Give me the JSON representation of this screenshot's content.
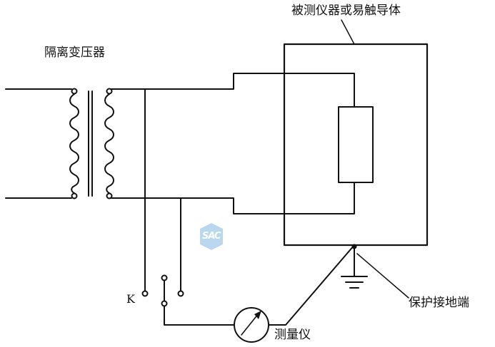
{
  "labels": {
    "transformer": "隔离变压器",
    "device_under_test": "被测仪器或易触导体",
    "protective_ground": "保护接地端",
    "meter": "测量仪",
    "switch": "K"
  },
  "watermark": {
    "text": "SAC",
    "color": "#b9d8ef"
  },
  "colors": {
    "line": "#111111",
    "background": "#ffffff"
  }
}
